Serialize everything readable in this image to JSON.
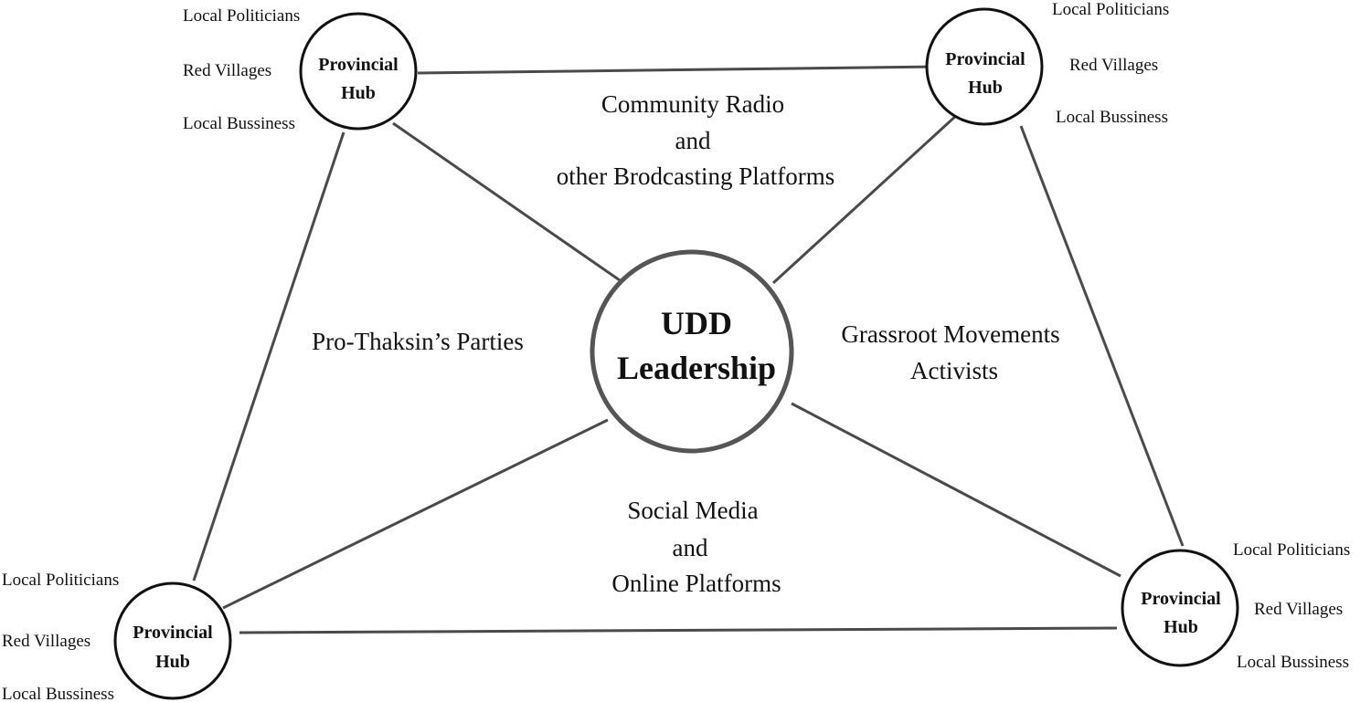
{
  "center": {
    "line1": "UDD",
    "line2": "Leadership"
  },
  "hubs": [
    {
      "line1": "Provincial",
      "line2": "Hub",
      "actors": [
        "Local Politicians",
        "Red Villages",
        "Local Bussiness"
      ]
    },
    {
      "line1": "Provincial",
      "line2": "Hub",
      "actors": [
        "Local Politicians",
        "Red Villages",
        "Local Bussiness"
      ]
    },
    {
      "line1": "Provincial",
      "line2": "Hub",
      "actors": [
        "Local Politicians",
        "Red Villages",
        "Local Bussiness"
      ]
    },
    {
      "line1": "Provincial",
      "line2": "Hub",
      "actors": [
        "Local Politicians",
        "Red Villages",
        "Local Bussiness"
      ]
    }
  ],
  "channels": {
    "top": [
      "Community Radio",
      "and",
      "other Brodcasting Platforms"
    ],
    "left": [
      "Pro-Thaksin’s Parties"
    ],
    "right": [
      "Grassroot Movements",
      "Activists"
    ],
    "bottom": [
      "Social Media",
      "and",
      "Online Platforms"
    ]
  },
  "colors": {
    "edge": "#4a4a4a",
    "hub_border": "#111111",
    "center_border": "#555555",
    "background": "#ffffff"
  }
}
